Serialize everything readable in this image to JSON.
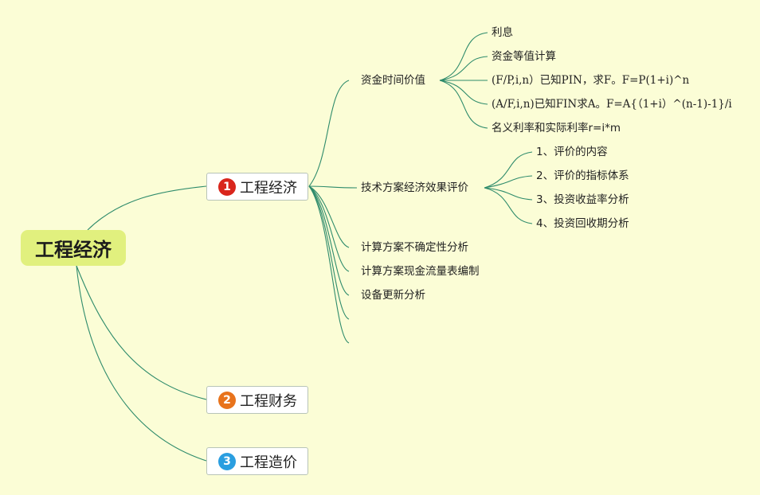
{
  "root": {
    "label": "工程经济"
  },
  "branches": [
    {
      "number": "1",
      "label": "工程经济",
      "badge_color": "#d9261c"
    },
    {
      "number": "2",
      "label": "工程财务",
      "badge_color": "#e8731c"
    },
    {
      "number": "3",
      "label": "工程造价",
      "badge_color": "#2a9ee0"
    }
  ],
  "level2": [
    "资金时间价值",
    "技术方案经济效果评价",
    "计算方案不确定性分析",
    "计算方案现金流量表编制",
    "设备更新分析"
  ],
  "time_value_items": [
    "利息",
    "资金等值计算",
    "(F/P,i,n）已知PIN，求F。F=P(1+i)^n",
    "(A/F,i,n)已知FIN求A。F=A{（1+i）^(n-1)-1}/i",
    "名义利率和实际利率r=i*m"
  ],
  "evaluation_items": [
    "1、评价的内容",
    "2、评价的指标体系",
    "3、投资收益率分析",
    "4、投资回收期分析"
  ],
  "colors": {
    "background": "#fbfdd6",
    "edge": "#2e8b6b",
    "root_fill": "#e1f07e"
  }
}
